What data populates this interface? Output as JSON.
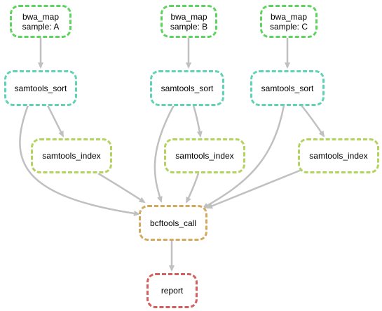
{
  "diagram": {
    "colors": {
      "bwa_map": "#5fd35f",
      "samtools_sort": "#5fd3b3",
      "samtools_index": "#b3d35f",
      "bcftools_call": "#d3a95f",
      "report": "#d35f5f",
      "edge": "#c0c0c0"
    },
    "nodes": {
      "bwa_a": {
        "line1": "bwa_map",
        "line2": "sample: A"
      },
      "bwa_b": {
        "line1": "bwa_map",
        "line2": "sample: B"
      },
      "bwa_c": {
        "line1": "bwa_map",
        "line2": "sample: C"
      },
      "sort_a": {
        "label": "samtools_sort"
      },
      "sort_b": {
        "label": "samtools_sort"
      },
      "sort_c": {
        "label": "samtools_sort"
      },
      "index_a": {
        "label": "samtools_index"
      },
      "index_b": {
        "label": "samtools_index"
      },
      "index_c": {
        "label": "samtools_index"
      },
      "call": {
        "label": "bcftools_call"
      },
      "report": {
        "label": "report"
      }
    },
    "edges": [
      [
        "bwa_a",
        "sort_a"
      ],
      [
        "bwa_b",
        "sort_b"
      ],
      [
        "bwa_c",
        "sort_c"
      ],
      [
        "sort_a",
        "index_a"
      ],
      [
        "sort_b",
        "index_b"
      ],
      [
        "sort_c",
        "index_c"
      ],
      [
        "sort_a",
        "call"
      ],
      [
        "sort_b",
        "call"
      ],
      [
        "sort_c",
        "call"
      ],
      [
        "index_a",
        "call"
      ],
      [
        "index_b",
        "call"
      ],
      [
        "index_c",
        "call"
      ],
      [
        "call",
        "report"
      ]
    ]
  }
}
